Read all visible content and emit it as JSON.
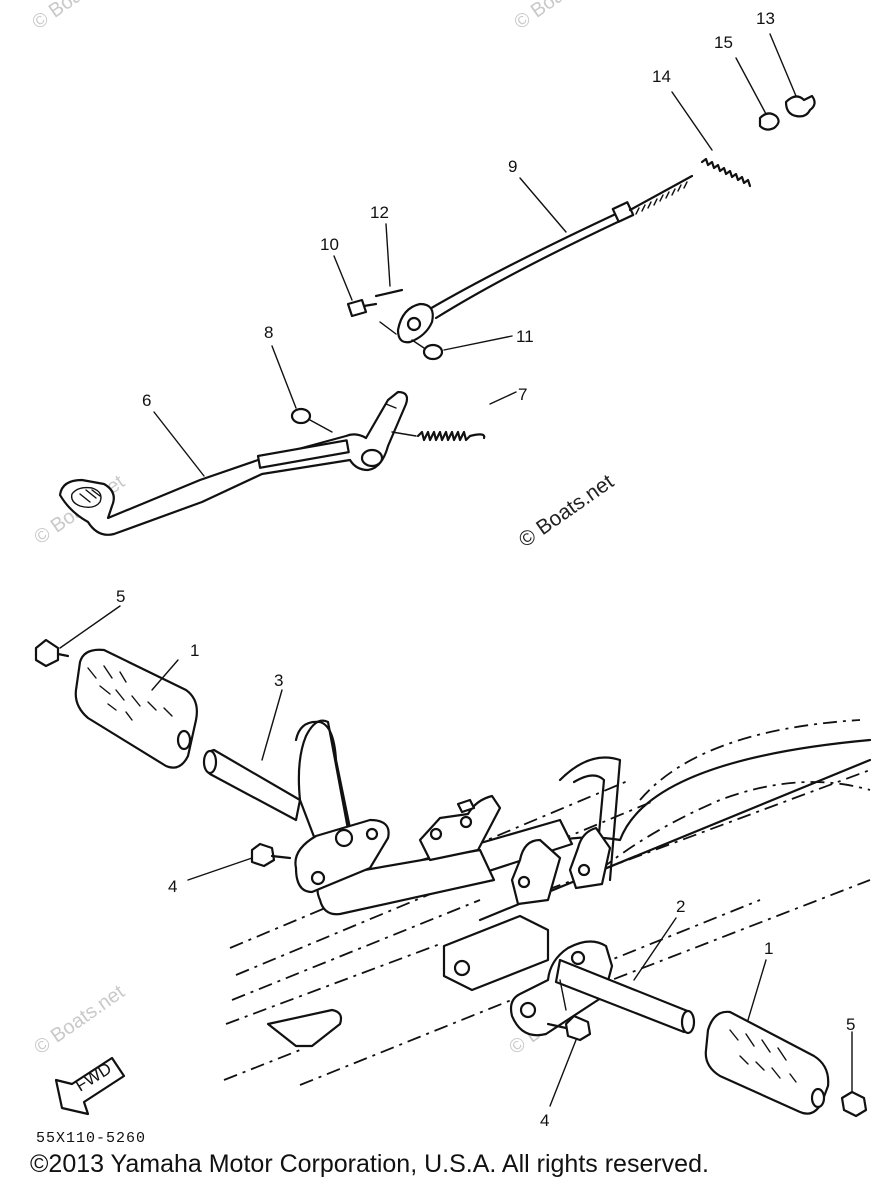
{
  "callouts": {
    "c1a": "1",
    "c1b": "1",
    "c2": "2",
    "c3": "3",
    "c4a": "4",
    "c4b": "4",
    "c5a": "5",
    "c5b": "5",
    "c6": "6",
    "c7": "7",
    "c8": "8",
    "c9": "9",
    "c10": "10",
    "c11": "11",
    "c12": "12",
    "c13": "13",
    "c14": "14",
    "c15": "15"
  },
  "fwd_label": "FWD",
  "watermark": "© Boats.net",
  "diagram_code": "55X110-5260",
  "copyright": "©2013 Yamaha Motor Corporation, U.S.A. All rights reserved."
}
